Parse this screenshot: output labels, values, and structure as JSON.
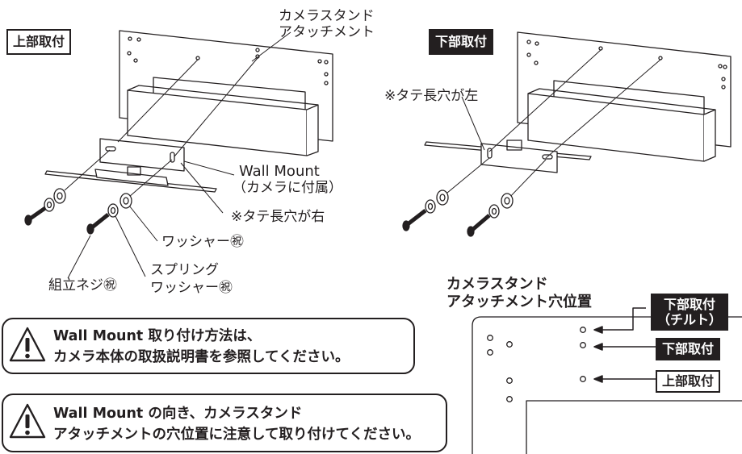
{
  "top_mount": {
    "label": "上部取付",
    "camera_stand_attachment": [
      "カメラスタンド",
      "アタッチメント"
    ],
    "wall_mount": [
      "Wall Mount",
      "（カメラに付属）"
    ],
    "slot_note": "※タテ長穴が右",
    "washer_small": "ワッシャー㊗",
    "spring_washer": [
      "スプリング",
      "ワッシャー㊗"
    ],
    "assembly_screw": "組立ネジ㊗"
  },
  "bottom_mount": {
    "label": "下部取付",
    "slot_note": "※タテ長穴が左"
  },
  "hole_positions": {
    "title": [
      "カメラスタンド",
      "アタッチメント穴位置"
    ],
    "tags": [
      [
        "下部取付",
        "（チルト）"
      ],
      [
        "下部取付"
      ],
      [
        "上部取付"
      ]
    ]
  },
  "warnings": [
    [
      "Wall Mount 取り付け方法は、",
      "カメラ本体の取扱説明書を参照してください。"
    ],
    [
      "Wall Mount の向き、カメラスタンド",
      "アタッチメントの穴位置に注意して取り付けてください。"
    ]
  ],
  "icons": [
    "warning-triangle-icon",
    "screw-icon",
    "washer-icon",
    "arrow-left-icon"
  ]
}
